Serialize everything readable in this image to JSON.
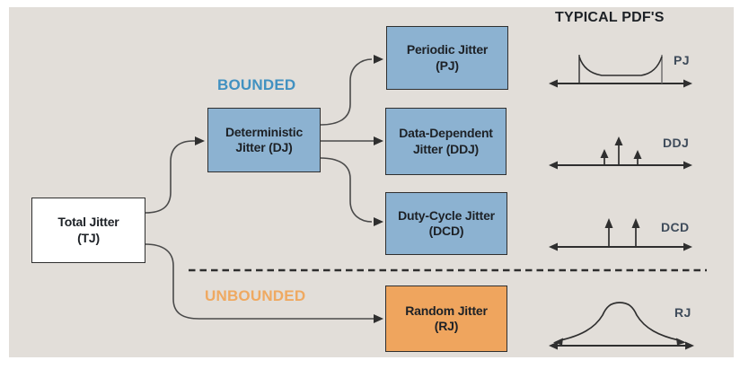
{
  "panel": {
    "title": "TYPICAL PDF'S",
    "bounded_label": "BOUNDED",
    "unbounded_label": "UNBOUNDED"
  },
  "nodes": {
    "total_jitter": {
      "line1": "Total Jitter",
      "line2": "(TJ)"
    },
    "deterministic_jitter": {
      "line1": "Deterministic",
      "line2": "Jitter (DJ)"
    },
    "periodic_jitter": {
      "line1": "Periodic Jitter",
      "line2": "(PJ)"
    },
    "data_dependent_jitter": {
      "line1": "Data-Dependent",
      "line2": "Jitter (DDJ)"
    },
    "duty_cycle_jitter": {
      "line1": "Duty-Cycle Jitter",
      "line2": "(DCD)"
    },
    "random_jitter": {
      "line1": "Random Jitter",
      "line2": "(RJ)"
    }
  },
  "pdfs": {
    "pj_label": "PJ",
    "ddj_label": "DDJ",
    "dcd_label": "DCD",
    "rj_label": "RJ"
  },
  "colors": {
    "panel_bg": "#e2ded9",
    "bounded_box_fill": "#8cb2d1",
    "unbounded_box_fill": "#efa55e",
    "bounded_text": "#4191c1",
    "unbounded_text": "#efa961",
    "line": "#3a3a3a",
    "pdf_label_text": "#3e4b5a",
    "node_text": "#1d2126"
  }
}
